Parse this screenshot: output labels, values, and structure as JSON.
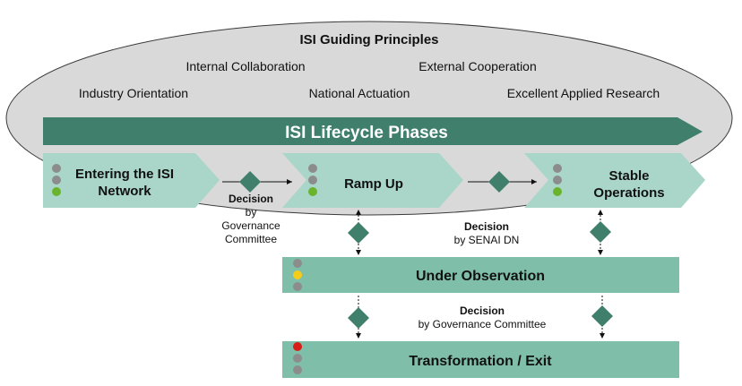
{
  "principles": {
    "title": "ISI Guiding Principles",
    "items": [
      "Internal Collaboration",
      "External Cooperation",
      "Industry Orientation",
      "National Actuation",
      "Excellent Applied Research"
    ]
  },
  "lifecycle": {
    "title": "ISI Lifecycle Phases"
  },
  "phases": [
    {
      "label_line1": "Entering the ISI",
      "label_line2": "Network",
      "lights": [
        "gray",
        "gray",
        "green"
      ]
    },
    {
      "label_line1": "Ramp Up",
      "label_line2": "",
      "lights": [
        "gray",
        "gray",
        "green"
      ]
    },
    {
      "label_line1": "Stable",
      "label_line2": "Operations",
      "lights": [
        "gray",
        "gray",
        "green"
      ]
    }
  ],
  "states": [
    {
      "label": "Under Observation",
      "lights": [
        "gray",
        "yellow",
        "gray"
      ]
    },
    {
      "label": "Transformation / Exit",
      "lights": [
        "red",
        "gray",
        "gray"
      ]
    }
  ],
  "decisions": {
    "governance_top": {
      "line1": "Decision",
      "line2": "by",
      "line3": "Governance",
      "line4": "Committee"
    },
    "senai": {
      "line1": "Decision",
      "line2": "by SENAI DN"
    },
    "governance_bottom": {
      "line1": "Decision",
      "line2": "by Governance Committee"
    }
  },
  "colors": {
    "ellipse_fill": "#d9d9d9",
    "ellipse_stroke": "#3a3a3a",
    "lifecycle_arrow": "#3f7f6b",
    "phase_fill": "#a9d6c8",
    "state_fill": "#7fbfa9",
    "diamond": "#3f7f6b",
    "light_gray": "#8c8c8c",
    "light_green": "#6ab42d",
    "light_yellow": "#f5cc1a",
    "light_red": "#d91e18"
  }
}
